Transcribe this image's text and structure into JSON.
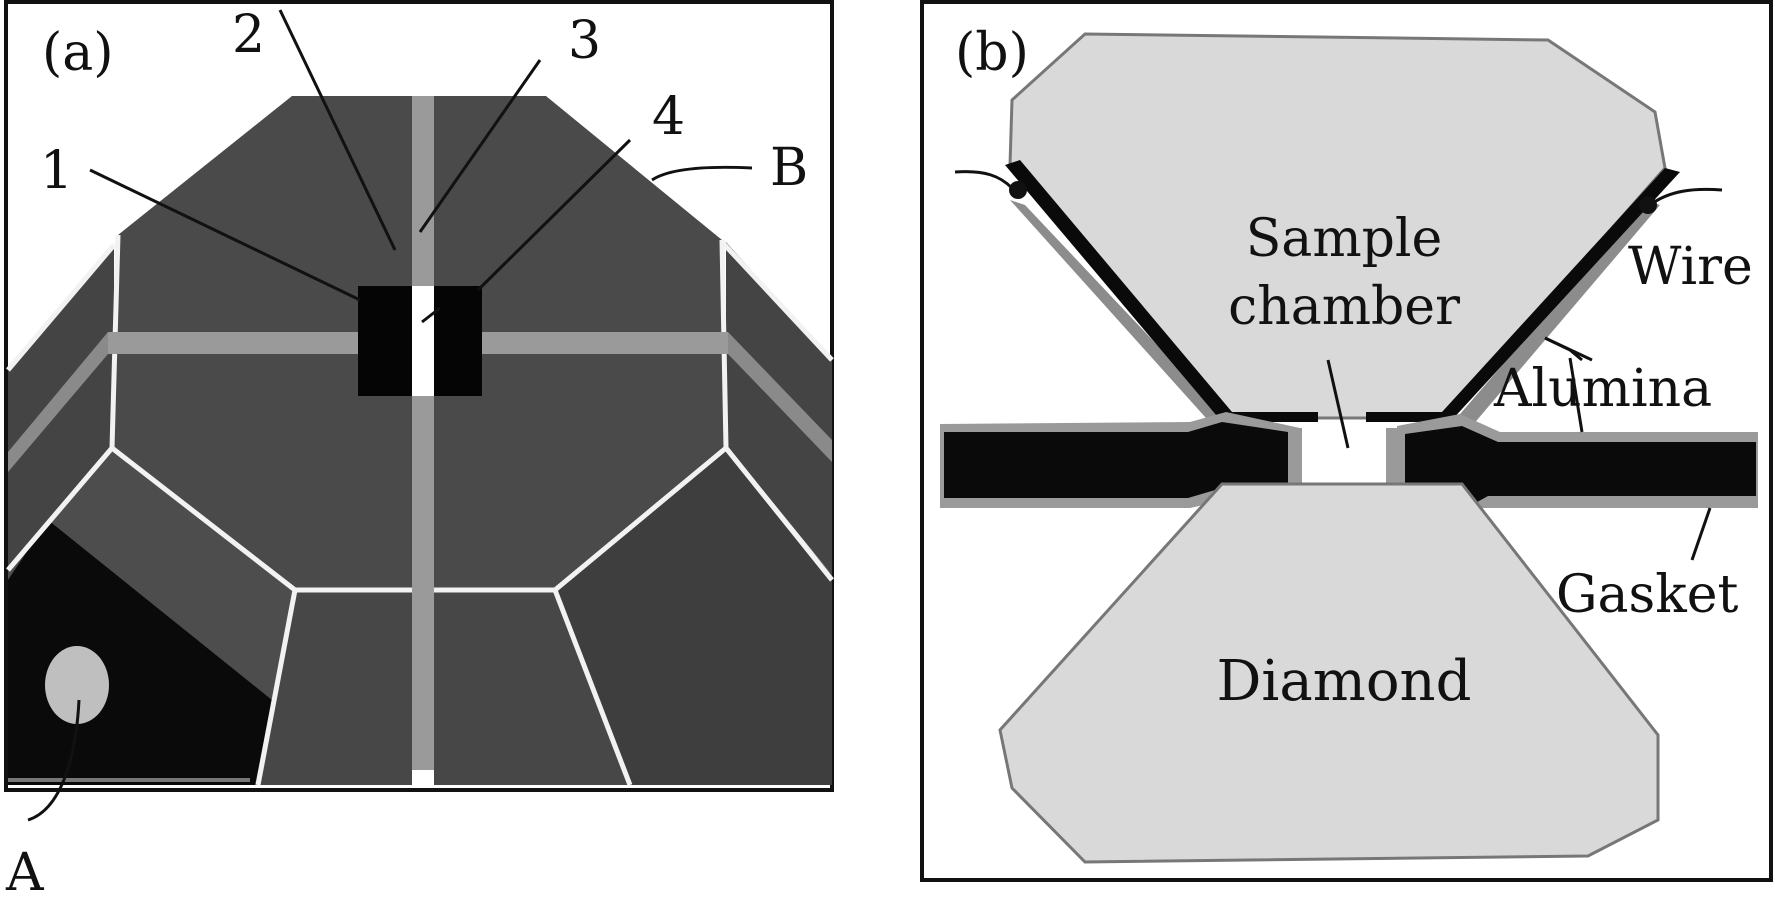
{
  "panel_a": {
    "tag": "(a)",
    "labels": {
      "n1": "1",
      "n2": "2",
      "n3": "3",
      "n4": "4",
      "A": "A",
      "B": "B"
    }
  },
  "panel_b": {
    "tag": "(b)",
    "labels": {
      "sample_line1": "Sample",
      "sample_line2": "chamber",
      "wire": "Wire",
      "alumina": "Alumina",
      "gasket": "Gasket",
      "diamond": "Diamond"
    }
  },
  "colors": {
    "anvil_dark": "#4a4a4a",
    "anvil_darker": "#3a3a3a",
    "black": "#0a0a0a",
    "stripe_gray": "#9a9a9a",
    "diamond_fill": "#d9d9d9",
    "outline": "#222222"
  }
}
